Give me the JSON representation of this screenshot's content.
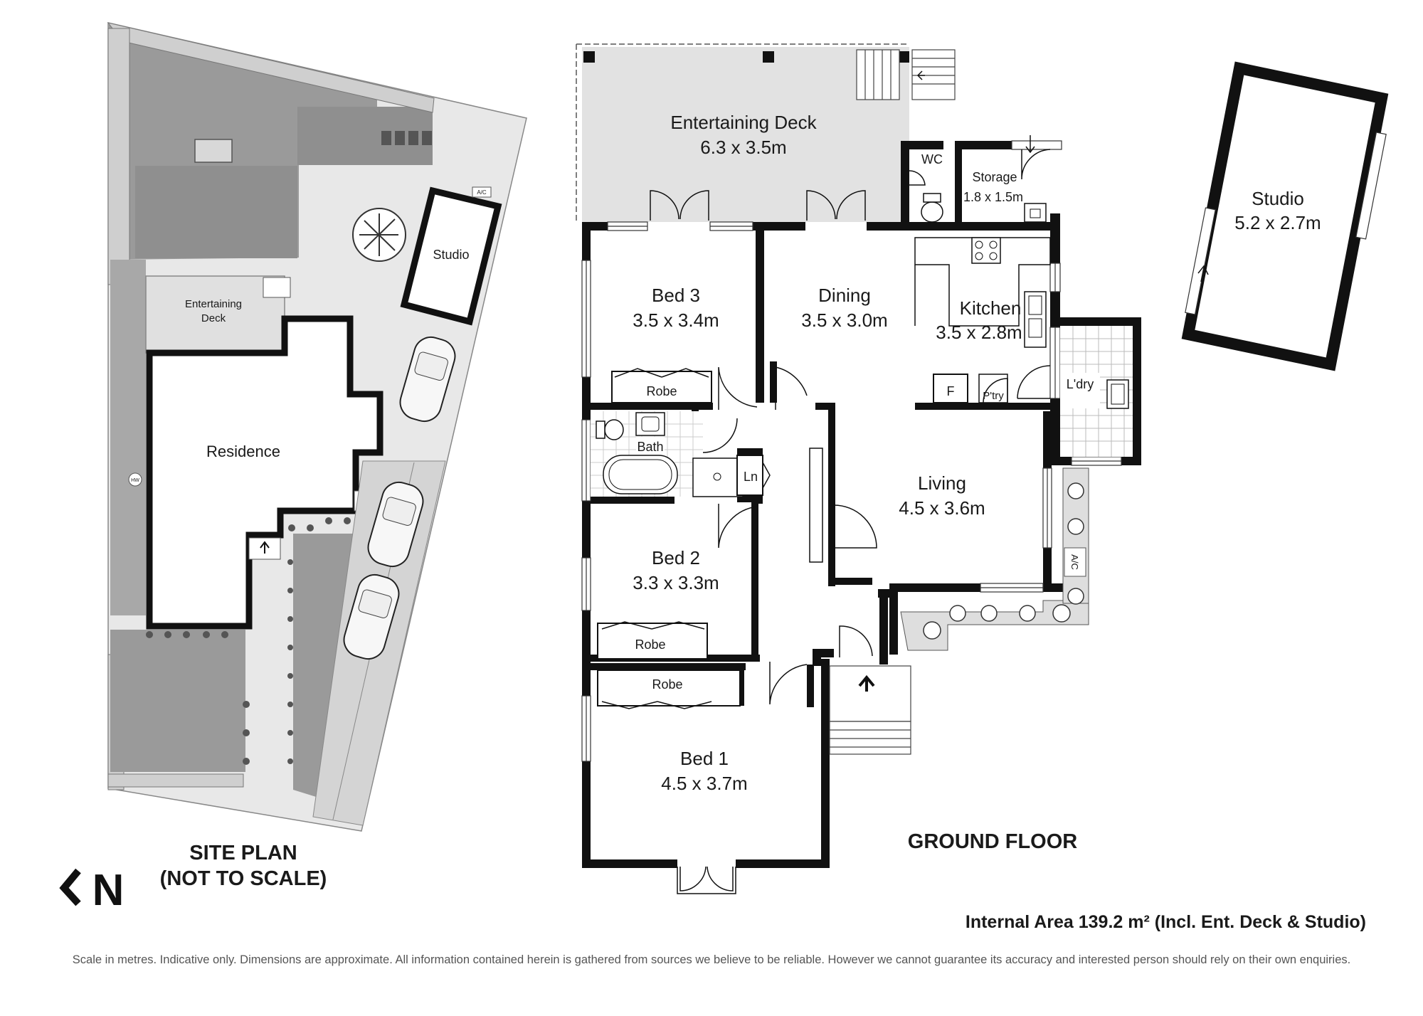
{
  "site_plan": {
    "heading_line1": "SITE PLAN",
    "heading_line2": "(NOT TO SCALE)",
    "labels": {
      "studio": "Studio",
      "deck_line1": "Entertaining",
      "deck_line2": "Deck",
      "residence": "Residence",
      "ac": "A/C",
      "hw": "HW"
    }
  },
  "floor_plan": {
    "heading": "GROUND FLOOR",
    "rooms": {
      "deck": {
        "name": "Entertaining Deck",
        "dims": "6.3 x 3.5m"
      },
      "wc": {
        "name": "WC"
      },
      "storage": {
        "name": "Storage",
        "dims": "1.8 x 1.5m"
      },
      "bed3": {
        "name": "Bed 3",
        "dims": "3.5 x 3.4m"
      },
      "dining": {
        "name": "Dining",
        "dims": "3.5 x 3.0m"
      },
      "kitchen": {
        "name": "Kitchen",
        "dims": "3.5 x 2.8m"
      },
      "robe3": {
        "name": "Robe"
      },
      "fridge": {
        "name": "F"
      },
      "pantry": {
        "name": "P'try"
      },
      "laundry": {
        "name": "L'dry"
      },
      "bath": {
        "name": "Bath"
      },
      "linen": {
        "name": "Ln"
      },
      "living": {
        "name": "Living",
        "dims": "4.5 x 3.6m"
      },
      "bed2": {
        "name": "Bed 2",
        "dims": "3.3 x 3.3m"
      },
      "robe2": {
        "name": "Robe"
      },
      "robe1": {
        "name": "Robe"
      },
      "bed1": {
        "name": "Bed 1",
        "dims": "4.5 x 3.7m"
      },
      "ac": {
        "name": "A/C"
      }
    }
  },
  "studio": {
    "name": "Studio",
    "dims": "5.2 x 2.7m"
  },
  "internal_area": "Internal Area 139.2 m² (Incl. Ent. Deck & Studio)",
  "disclaimer": "Scale in metres. Indicative only. Dimensions are approximate. All information contained herein is gathered from sources we believe to be reliable. However we cannot guarantee its accuracy and interested person should rely on their own enquiries.",
  "north_arrow": {
    "letter": "N"
  },
  "colors": {
    "wall": "#111111",
    "paving": "#e8e8e8",
    "lawn": "#9a9a9a",
    "roof": "#b8b8b8",
    "deck": "#dcdcdc",
    "garden": "#cfcfcf"
  },
  "icons": [
    "north-arrow-icon",
    "tree-icon",
    "car-icon",
    "toilet-icon",
    "bathtub-icon",
    "sink-icon",
    "cooktop-icon",
    "entry-arrow-icon",
    "flower-icon"
  ]
}
